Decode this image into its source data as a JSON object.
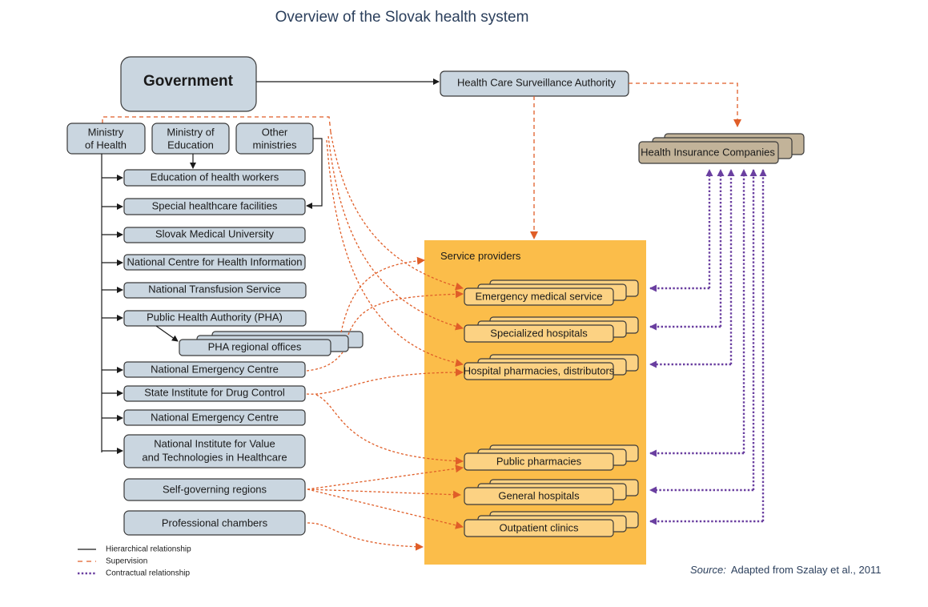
{
  "title": "Overview of the Slovak health system",
  "nodes": {
    "government": "Government",
    "hcsa": "Health Care Surveillance Authority",
    "insurance": "Health Insurance Companies",
    "ministry_health": [
      "Ministry",
      "of Health"
    ],
    "ministry_education": [
      "Ministry of",
      "Education"
    ],
    "other_ministries": [
      "Other",
      "ministries"
    ],
    "moh_children": [
      "Education of health workers",
      "Special healthcare facilities",
      "Slovak Medical University",
      "National Centre for Health Information",
      "National Transfusion Service",
      "Public Health Authority (PHA)",
      "National Emergency Centre",
      "State Institute for Drug Control",
      "National Emergency Centre",
      [
        "National Institute for Value",
        "and Technologies in Healthcare"
      ]
    ],
    "pha_regional": "PHA regional offices",
    "self_governing": "Self-governing regions",
    "professional_chambers": "Professional chambers",
    "service_providers_label": "Service providers",
    "providers": [
      "Emergency medical service",
      "Specialized hospitals",
      "Hospital pharmacies, distributors",
      "Public pharmacies",
      "General hospitals",
      "Outpatient clinics"
    ]
  },
  "legend": {
    "hierarchical": "Hierarchical relationship",
    "supervision": "Supervision",
    "contractual": "Contractual relationship"
  },
  "source": {
    "label": "Source:",
    "text": "Adapted from Szalay et al., 2011"
  },
  "colors": {
    "hierarchical": "#1a1a1a",
    "supervision": "#e05e28",
    "contractual": "#6a3fa0",
    "gov_box": "#cad6e0",
    "insurance_box": "#c2b399",
    "provider_area": "#fbbd4a",
    "provider_box": "#fcd283"
  }
}
